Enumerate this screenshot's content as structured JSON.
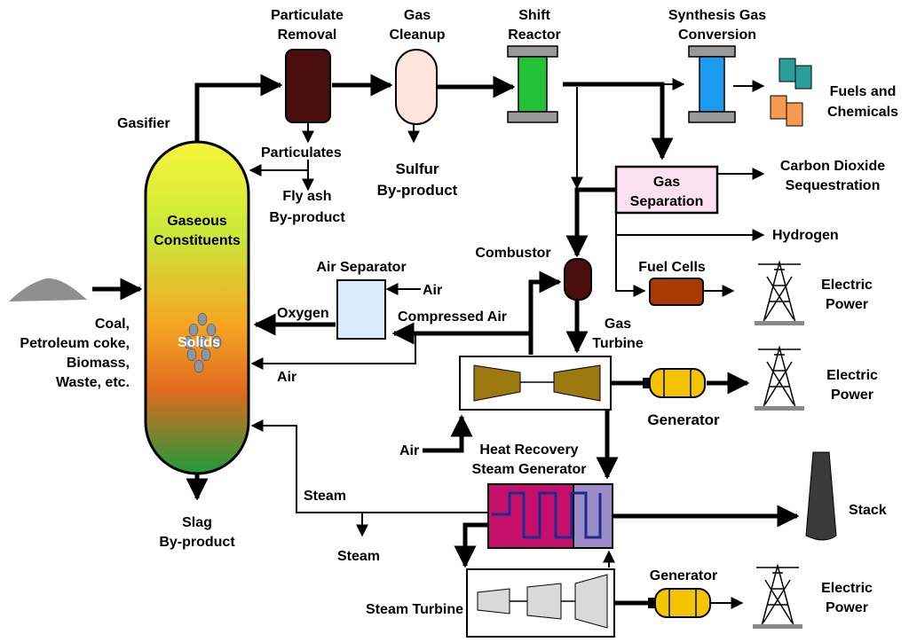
{
  "labels": {
    "particulate_removal": [
      "Particulate",
      "Removal"
    ],
    "gas_cleanup": [
      "Gas",
      "Cleanup"
    ],
    "shift_reactor": [
      "Shift",
      "Reactor"
    ],
    "synthesis_gas_conversion": [
      "Synthesis Gas",
      "Conversion"
    ],
    "fuels_chemicals": [
      "Fuels and",
      "Chemicals"
    ],
    "gasifier": "Gasifier",
    "particulates": "Particulates",
    "fly_ash": [
      "Fly ash",
      "By-product"
    ],
    "sulfur": [
      "Sulfur",
      "By-product"
    ],
    "gas_separation": [
      "Gas",
      "Separation"
    ],
    "carbon_dioxide": [
      "Carbon Dioxide",
      "Sequestration"
    ],
    "hydrogen": "Hydrogen",
    "gaseous_constituents": [
      "Gaseous",
      "Constituents"
    ],
    "solids": "Solids",
    "combustor": "Combustor",
    "fuel_cells": "Fuel Cells",
    "electric_power_1": [
      "Electric",
      "Power"
    ],
    "air_separator": "Air Separator",
    "air_in_separator": "Air",
    "oxygen": "Oxygen",
    "compressed_air": "Compressed Air",
    "gas_turbine": [
      "Gas",
      "Turbine"
    ],
    "feedstock": [
      "Coal,",
      "Petroleum coke,",
      "Biomass,",
      "Waste, etc."
    ],
    "air_to_gasifier": "Air",
    "electric_power_2": [
      "Electric",
      "Power"
    ],
    "generator_1": "Generator",
    "air_to_turbine": "Air",
    "hrsg": [
      "Heat Recovery",
      "Steam Generator"
    ],
    "steam_to_gasifier": "Steam",
    "steam_out": "Steam",
    "stack": "Stack",
    "slag": [
      "Slag",
      "By-product"
    ],
    "steam_turbine": "Steam Turbine",
    "generator_2": "Generator",
    "electric_power_3": [
      "Electric",
      "Power"
    ]
  },
  "colors": {
    "particulate_removal": "#4a0e0e",
    "gas_cleanup": "#fde4dc",
    "shift_reactor": "#22c23a",
    "synthesis_gas": "#1a9bf0",
    "gas_separation": "#fbe0f2",
    "air_separator": "#d9ebfb",
    "combustor": "#4a0e0e",
    "fuel_cells": "#a83a00",
    "turbine_blades": "#9c7a10",
    "generator": "#f5c400",
    "hrsg_left": "#c4106a",
    "hrsg_right": "#9a8cc8",
    "steam_turbine_blades": "#d9d9d9",
    "stack": "#3a3a3a",
    "barrel_teal": "#2a9e9a",
    "barrel_orange": "#f59a50"
  }
}
